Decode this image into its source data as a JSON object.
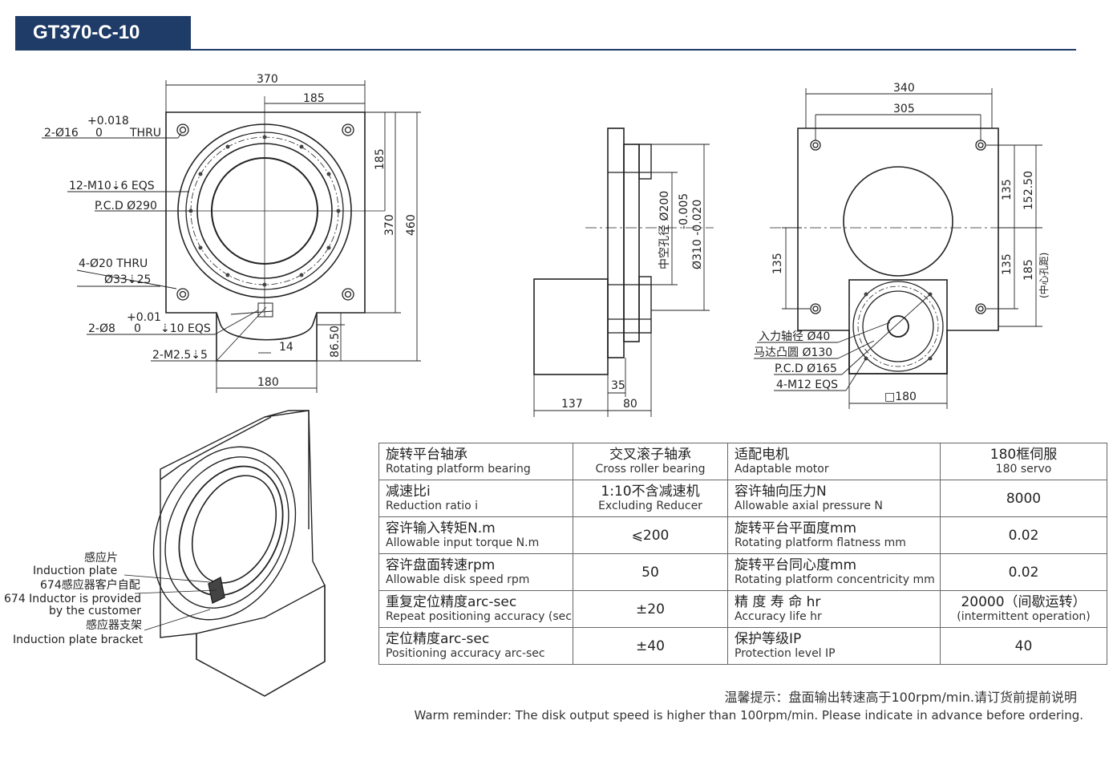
{
  "model": "GT370-C-10",
  "front_view": {
    "dims": {
      "w370": "370",
      "w185": "185",
      "h185": "185",
      "h370": "370",
      "h460": "460",
      "base180": "180",
      "slot14": "14",
      "base86": "86.50"
    },
    "callouts": {
      "thru_tol": "+0.018",
      "thru_tol0": "0",
      "thru_main": "2-Ø16",
      "thru_word": "THRU",
      "m10": "12-M10⇣6 EQS",
      "pcd": "P.C.D Ø290",
      "hole20": "4-Ø20 THRU",
      "cbore": "Ø33⇣25",
      "pin_tol": "+0.01",
      "pin_tol0": "0",
      "pin_main": "2-Ø8",
      "pin_depth": "⇣10 EQS",
      "m25": "2-M2.5⇣5"
    }
  },
  "side_view": {
    "dims": {
      "d35": "35",
      "d80": "80",
      "d137": "137"
    },
    "bore": "中空孔径 Ø200",
    "shaft_tol_a": "-0.005",
    "shaft_tol_b": "Ø310 -0.020"
  },
  "rear_view": {
    "dims": {
      "w340": "340",
      "w305": "305",
      "v135a": "135",
      "v152": "152.50",
      "v135b": "135",
      "v185": "185",
      "center_note": "(中心孔距)",
      "left135": "135",
      "sq180": "□180"
    },
    "callouts": {
      "input_shaft": "入力轴径 Ø40",
      "motor_boss": "马达凸圆 Ø130",
      "pcd165": "P.C.D Ø165",
      "m12": "4-M12 EQS"
    }
  },
  "iso_view": {
    "labels": {
      "plate_zh": "感应片",
      "plate_en": "Induction plate",
      "inductor_zh": "674感应器客户自配",
      "inductor_en1": "674 Inductor is provided",
      "inductor_en2": "by the customer",
      "bracket_zh": "感应器支架",
      "bracket_en": "Induction plate bracket"
    }
  },
  "specs": [
    {
      "zh1": "旋转平台轴承",
      "en1": "Rotating platform bearing",
      "v1a": "交叉滚子轴承",
      "v1b": "Cross roller bearing",
      "zh2": "适配电机",
      "en2": "Adaptable motor",
      "v2a": "180框伺服",
      "v2b": "180 servo"
    },
    {
      "zh1": "减速比i",
      "en1": "Reduction ratio i",
      "v1a": "1:10不含减速机",
      "v1b": "Excluding Reducer",
      "zh2": "容许轴向压力N",
      "en2": "Allowable axial pressure N",
      "v2a": "8000",
      "v2b": ""
    },
    {
      "zh1": "容许输入转矩N.m",
      "en1": "Allowable input torque N.m",
      "v1a": "⩽200",
      "v1b": "",
      "zh2": "旋转平台平面度mm",
      "en2": "Rotating platform flatness mm",
      "v2a": "0.02",
      "v2b": ""
    },
    {
      "zh1": "容许盘面转速rpm",
      "en1": "Allowable disk speed rpm",
      "v1a": "50",
      "v1b": "",
      "zh2": "旋转平台同心度mm",
      "en2": "Rotating platform concentricity mm",
      "v2a": "0.02",
      "v2b": ""
    },
    {
      "zh1": "重复定位精度arc-sec",
      "en1": "Repeat positioning accuracy (sec)",
      "v1a": "±20",
      "v1b": "",
      "zh2": "精 度 寿 命 hr",
      "en2": "Accuracy life hr",
      "v2a": "20000（间歇运转）",
      "v2b": "(intermittent operation)"
    },
    {
      "zh1": "定位精度arc-sec",
      "en1": "Positioning accuracy arc-sec",
      "v1a": "±40",
      "v1b": "",
      "zh2": "保护等级IP",
      "en2": "Protection level IP",
      "v2a": "40",
      "v2b": ""
    }
  ],
  "notes": {
    "zh": "温馨提示：盘面输出转速高于100rpm/min.请订货前提前说明",
    "en": "Warm reminder: The disk output speed is higher than 100rpm/min. Please indicate in advance before ordering."
  }
}
